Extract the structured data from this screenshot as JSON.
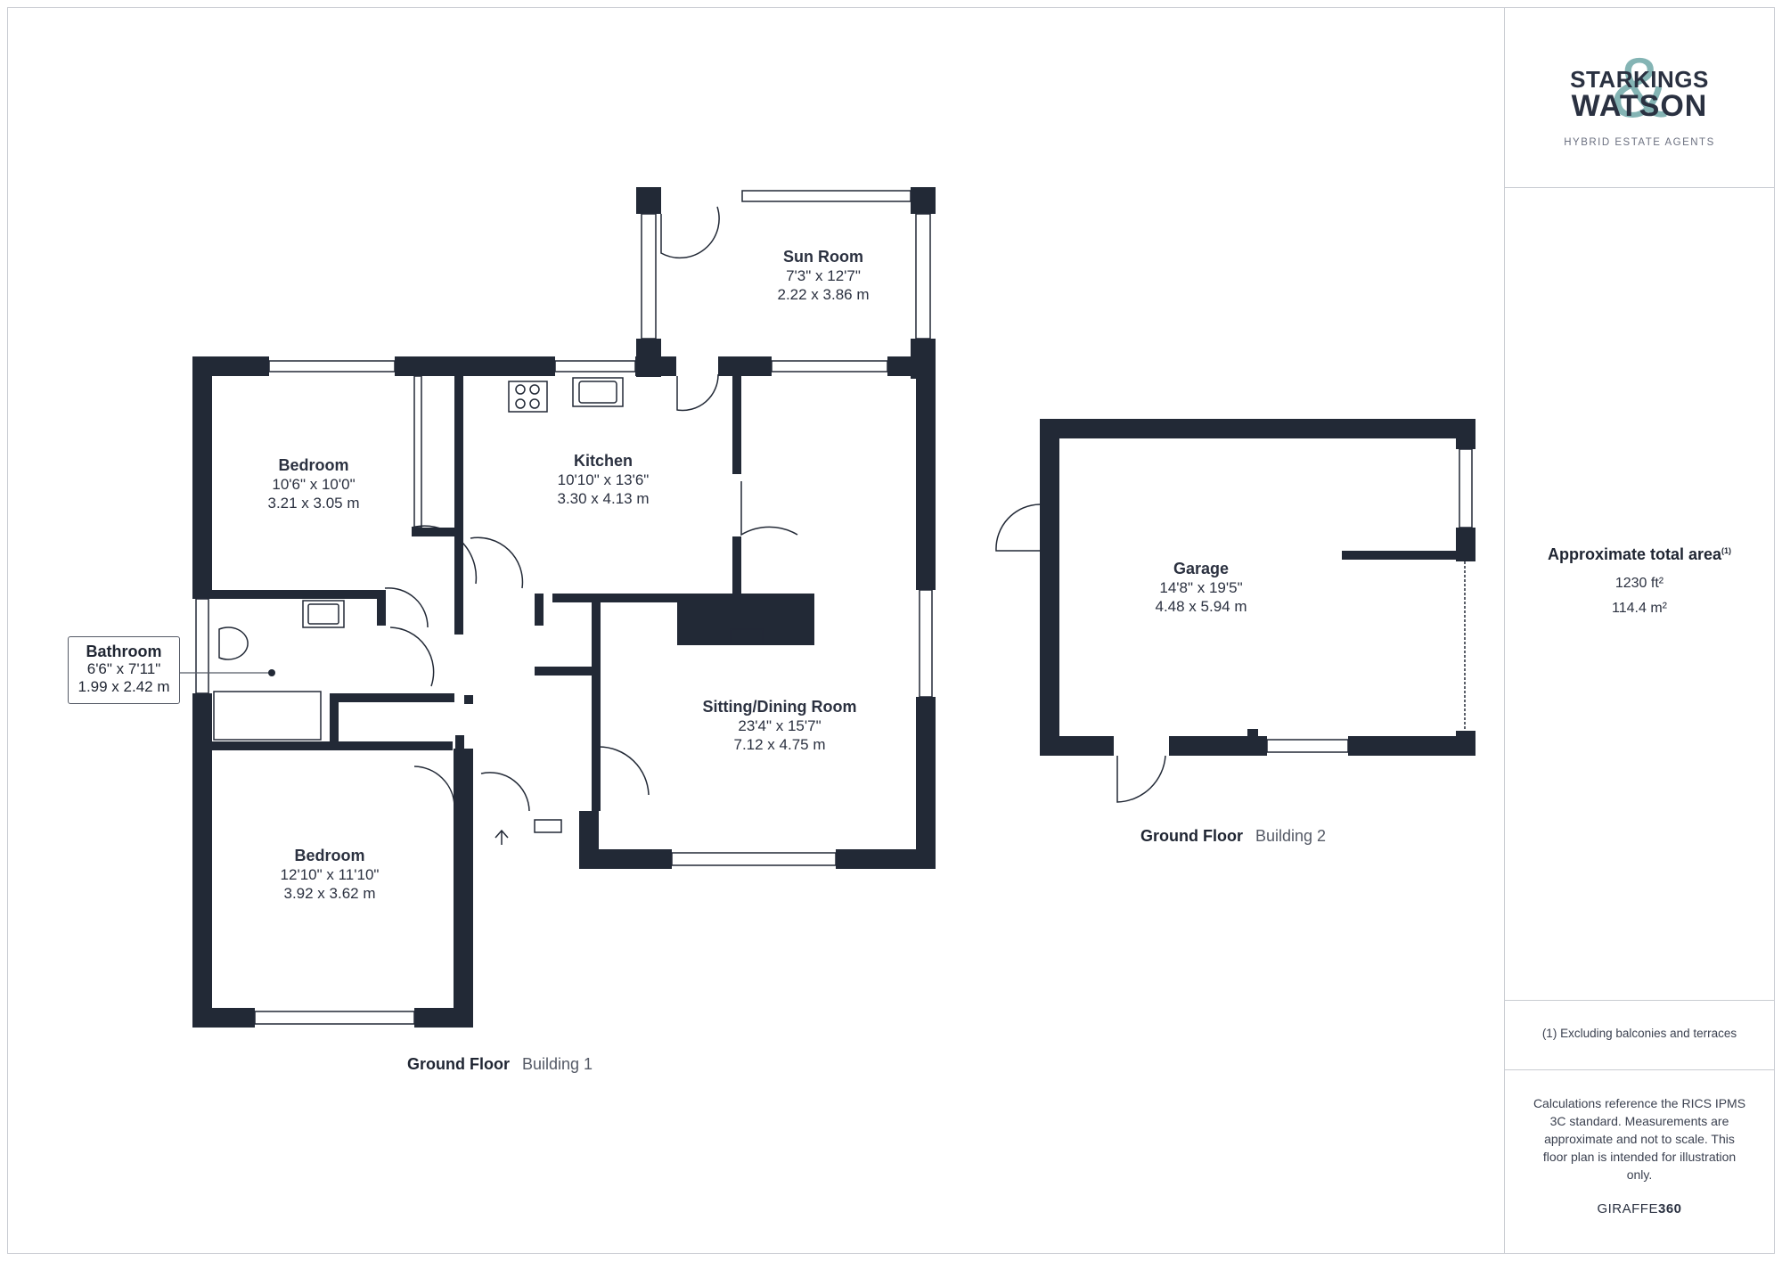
{
  "logo": {
    "line1": "STARKINGS",
    "line2": "WATSON",
    "ampersand": "&",
    "tagline": "HYBRID ESTATE AGENTS",
    "accent_color": "#6fa8a8"
  },
  "colors": {
    "wall": "#222936",
    "text": "#2b3140",
    "frame": "#c9ccd2"
  },
  "rooms": {
    "sun_room": {
      "name": "Sun Room",
      "imperial": "7'3\" x 12'7\"",
      "metric": "2.22 x 3.86 m"
    },
    "bedroom_1": {
      "name": "Bedroom",
      "imperial": "10'6\" x 10'0\"",
      "metric": "3.21 x 3.05 m"
    },
    "kitchen": {
      "name": "Kitchen",
      "imperial": "10'10\" x 13'6\"",
      "metric": "3.30 x 4.13 m"
    },
    "bathroom": {
      "name": "Bathroom",
      "imperial": "6'6\" x 7'11\"",
      "metric": "1.99 x 2.42 m"
    },
    "sitting_dining": {
      "name": "Sitting/Dining Room",
      "imperial": "23'4\" x 15'7\"",
      "metric": "7.12 x 4.75 m"
    },
    "bedroom_2": {
      "name": "Bedroom",
      "imperial": "12'10\" x 11'10\"",
      "metric": "3.92 x 3.62 m"
    },
    "garage": {
      "name": "Garage",
      "imperial": "14'8\" x 19'5\"",
      "metric": "4.48 x 5.94 m"
    }
  },
  "floors": {
    "building1": {
      "floor": "Ground Floor",
      "building": "Building 1"
    },
    "building2": {
      "floor": "Ground Floor",
      "building": "Building 2"
    }
  },
  "summary": {
    "title": "Approximate total area",
    "footnote_mark": "(1)",
    "sqft": "1230 ft²",
    "sqm": "114.4 m²",
    "footnote": "(1) Excluding balconies and terraces",
    "disclaimer": "Calculations reference the RICS IPMS 3C standard. Measurements are approximate and not to scale. This floor plan is intended for illustration only."
  },
  "brand": {
    "part1": "GIRAFFE",
    "part2": "360"
  }
}
